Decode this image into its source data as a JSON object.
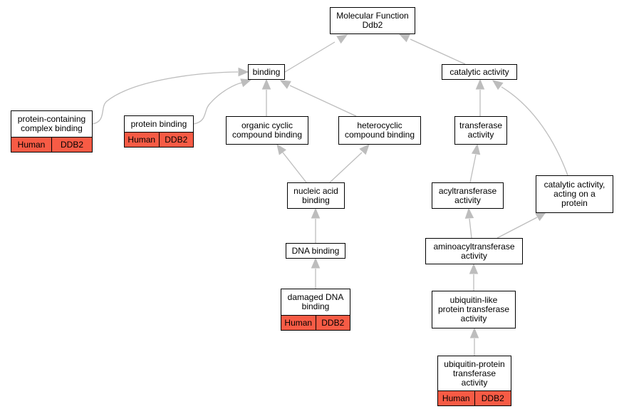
{
  "colors": {
    "edge": "#bdbdbd",
    "annotation": "#f75b45",
    "border": "#000000"
  },
  "nodes": {
    "root": {
      "label": "Molecular Function\nDdb2"
    },
    "binding": {
      "label": "binding"
    },
    "catalytic": {
      "label": "catalytic activity"
    },
    "complex_binding": {
      "label": "protein-containing\ncomplex binding",
      "anno": [
        "Human",
        "DDB2"
      ]
    },
    "protein_binding": {
      "label": "protein binding",
      "anno": [
        "Human",
        "DDB2"
      ]
    },
    "organic_cyclic": {
      "label": "organic cyclic\ncompound binding"
    },
    "heterocyclic": {
      "label": "heterocyclic\ncompound binding"
    },
    "transferase": {
      "label": "transferase\nactivity"
    },
    "nucleic_acid": {
      "label": "nucleic acid\nbinding"
    },
    "acyltransferase": {
      "label": "acyltransferase\nactivity"
    },
    "cat_protein": {
      "label": "catalytic activity,\nacting on a\nprotein"
    },
    "dna_binding": {
      "label": "DNA binding"
    },
    "aminoacyl": {
      "label": "aminoacyltransferase\nactivity"
    },
    "damaged_dna": {
      "label": "damaged DNA\nbinding",
      "anno": [
        "Human",
        "DDB2"
      ]
    },
    "ubl_transferase": {
      "label": "ubiquitin-like\nprotein transferase\nactivity"
    },
    "ub_transferase": {
      "label": "ubiquitin-protein\ntransferase\nactivity",
      "anno": [
        "Human",
        "DDB2"
      ]
    }
  },
  "edges": [
    [
      "binding",
      "root"
    ],
    [
      "catalytic",
      "root"
    ],
    [
      "complex_binding",
      "binding"
    ],
    [
      "protein_binding",
      "binding"
    ],
    [
      "organic_cyclic",
      "binding"
    ],
    [
      "heterocyclic",
      "binding"
    ],
    [
      "transferase",
      "catalytic"
    ],
    [
      "cat_protein",
      "catalytic"
    ],
    [
      "nucleic_acid",
      "organic_cyclic"
    ],
    [
      "nucleic_acid",
      "heterocyclic"
    ],
    [
      "acyltransferase",
      "transferase"
    ],
    [
      "dna_binding",
      "nucleic_acid"
    ],
    [
      "aminoacyl",
      "acyltransferase"
    ],
    [
      "aminoacyl",
      "cat_protein"
    ],
    [
      "damaged_dna",
      "dna_binding"
    ],
    [
      "ubl_transferase",
      "aminoacyl"
    ],
    [
      "ub_transferase",
      "ubl_transferase"
    ]
  ]
}
